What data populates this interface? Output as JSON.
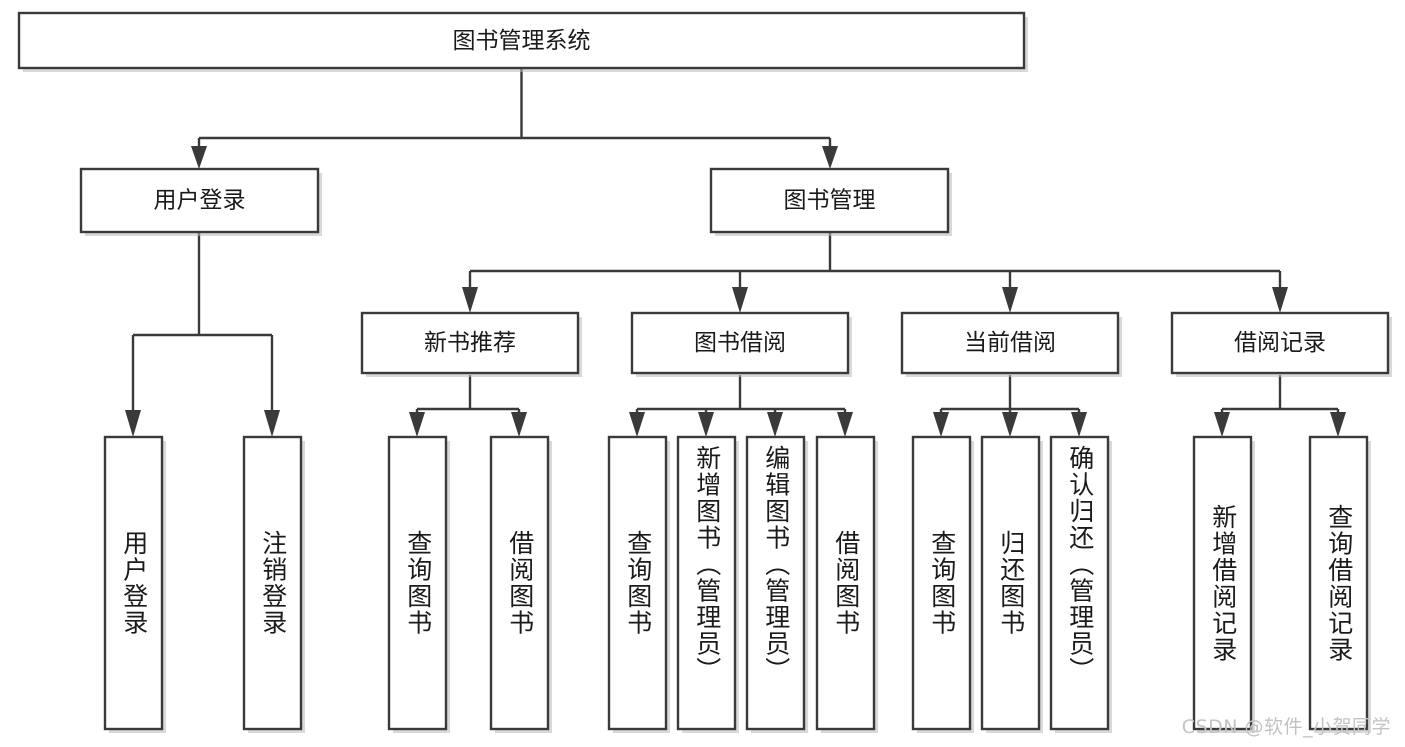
{
  "diagram": {
    "title": "图书管理系统",
    "type": "hierarchy-tree",
    "watermark": "CSDN @软件_小贺同学",
    "colors": {
      "stroke": "#3a3a3a",
      "fill": "#ffffff",
      "text": "#1a1a1a",
      "watermark": "#c3c3c3",
      "background": "#ffffff"
    },
    "levels": {
      "root": {
        "label": "图书管理系统"
      },
      "level2": [
        {
          "id": "user-login",
          "label": "用户登录"
        },
        {
          "id": "book-manage",
          "label": "图书管理"
        }
      ],
      "level3": [
        {
          "id": "new-book-recommend",
          "label": "新书推荐",
          "parent": "book-manage"
        },
        {
          "id": "book-borrow",
          "label": "图书借阅",
          "parent": "book-manage"
        },
        {
          "id": "current-borrow",
          "label": "当前借阅",
          "parent": "book-manage"
        },
        {
          "id": "borrow-record",
          "label": "借阅记录",
          "parent": "book-manage"
        }
      ],
      "leaves": [
        {
          "id": "leaf-user-login",
          "label": "用户登录",
          "parent": "user-login"
        },
        {
          "id": "leaf-logout-login",
          "label": "注销登录",
          "parent": "user-login"
        },
        {
          "id": "leaf-query-book-1",
          "label": "查询图书",
          "parent": "new-book-recommend"
        },
        {
          "id": "leaf-borrow-book-1",
          "label": "借阅图书",
          "parent": "new-book-recommend"
        },
        {
          "id": "leaf-query-book-2",
          "label": "查询图书",
          "parent": "book-borrow"
        },
        {
          "id": "leaf-add-book",
          "label": "新增图书（管理员）",
          "parent": "book-borrow"
        },
        {
          "id": "leaf-edit-book",
          "label": "编辑图书（管理员）",
          "parent": "book-borrow"
        },
        {
          "id": "leaf-borrow-book-2",
          "label": "借阅图书",
          "parent": "book-borrow"
        },
        {
          "id": "leaf-query-book-3",
          "label": "查询图书",
          "parent": "current-borrow"
        },
        {
          "id": "leaf-return-book",
          "label": "归还图书",
          "parent": "current-borrow"
        },
        {
          "id": "leaf-confirm-return",
          "label": "确认归还（管理员）",
          "parent": "current-borrow"
        },
        {
          "id": "leaf-add-record",
          "label": "新增借阅记录",
          "parent": "borrow-record"
        },
        {
          "id": "leaf-query-record",
          "label": "查询借阅记录",
          "parent": "borrow-record"
        }
      ]
    }
  }
}
